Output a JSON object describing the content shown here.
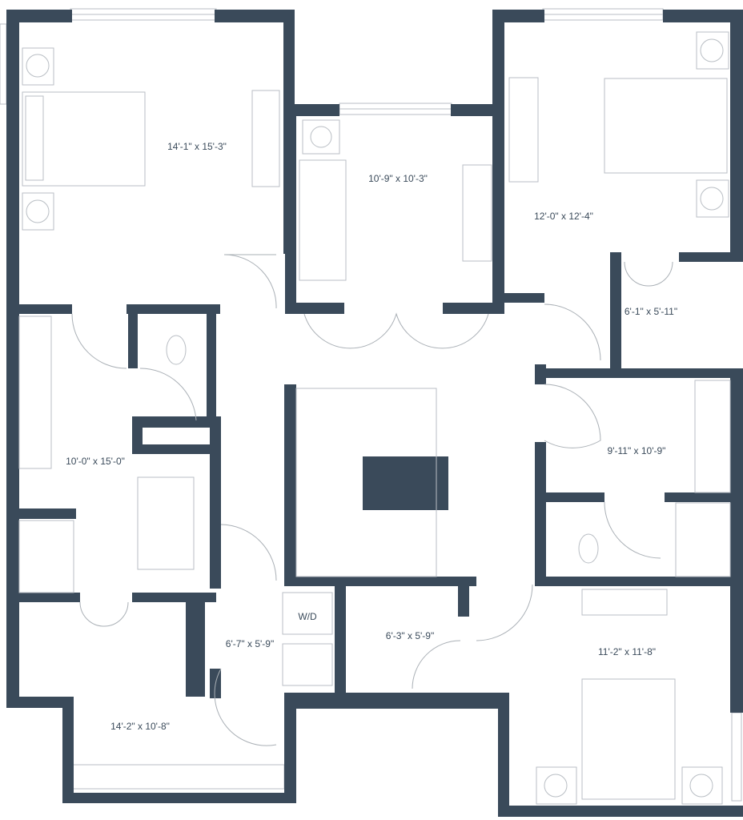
{
  "floor_plan": {
    "wall_color": "#3a4a5a",
    "rooms": [
      {
        "name": "bedroom-top-left",
        "dimensions": "14'-1\" x 15'-3\""
      },
      {
        "name": "bedroom-top-middle",
        "dimensions": "10'-9\" x 10'-3\""
      },
      {
        "name": "bedroom-top-right",
        "dimensions": "12'-0\" x 12'-4\""
      },
      {
        "name": "walk-in-closet-right",
        "dimensions": "6'-1\" x 5'-11\""
      },
      {
        "name": "bathroom-left",
        "dimensions": "10'-0\" x 15'-0\""
      },
      {
        "name": "bathroom-right",
        "dimensions": "9'-11\" x 10'-9\""
      },
      {
        "name": "laundry",
        "dimensions": "6'-7\" x 5'-9\""
      },
      {
        "name": "closet-middle",
        "dimensions": "6'-3\" x 5'-9\""
      },
      {
        "name": "bedroom-bottom-right",
        "dimensions": "11'-2\" x 11'-8\""
      },
      {
        "name": "room-bottom-left",
        "dimensions": "14'-2\" x 10'-8\""
      }
    ],
    "appliance_label": "W/D"
  }
}
